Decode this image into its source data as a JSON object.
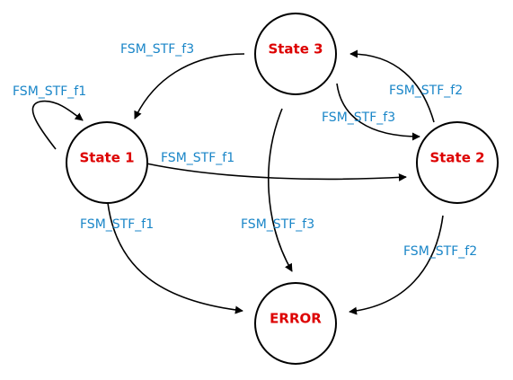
{
  "colors": {
    "node_label": "#dd0000",
    "edge_label": "#1a86c8",
    "stroke": "#000000",
    "background": "#ffffff"
  },
  "diagram": {
    "type": "state-machine",
    "nodes": [
      {
        "id": "state1",
        "label": "State 1"
      },
      {
        "id": "state2",
        "label": "State 2"
      },
      {
        "id": "state3",
        "label": "State 3"
      },
      {
        "id": "error",
        "label": "ERROR"
      }
    ],
    "edges": [
      {
        "id": "s1-self",
        "from": "state1",
        "to": "state1",
        "label": "FSM_STF_f1"
      },
      {
        "id": "s1-s2",
        "from": "state1",
        "to": "state2",
        "label": "FSM_STF_f1"
      },
      {
        "id": "s1-error",
        "from": "state1",
        "to": "error",
        "label": "FSM_STF_f1"
      },
      {
        "id": "s3-s1",
        "from": "state3",
        "to": "state1",
        "label": "FSM_STF_f3"
      },
      {
        "id": "s3-s2",
        "from": "state3",
        "to": "state2",
        "label": "FSM_STF_f3"
      },
      {
        "id": "s3-error",
        "from": "state3",
        "to": "error",
        "label": "FSM_STF_f3"
      },
      {
        "id": "s2-s3",
        "from": "state2",
        "to": "state3",
        "label": "FSM_STF_f2"
      },
      {
        "id": "s2-error",
        "from": "state2",
        "to": "error",
        "label": "FSM_STF_f2"
      }
    ]
  }
}
